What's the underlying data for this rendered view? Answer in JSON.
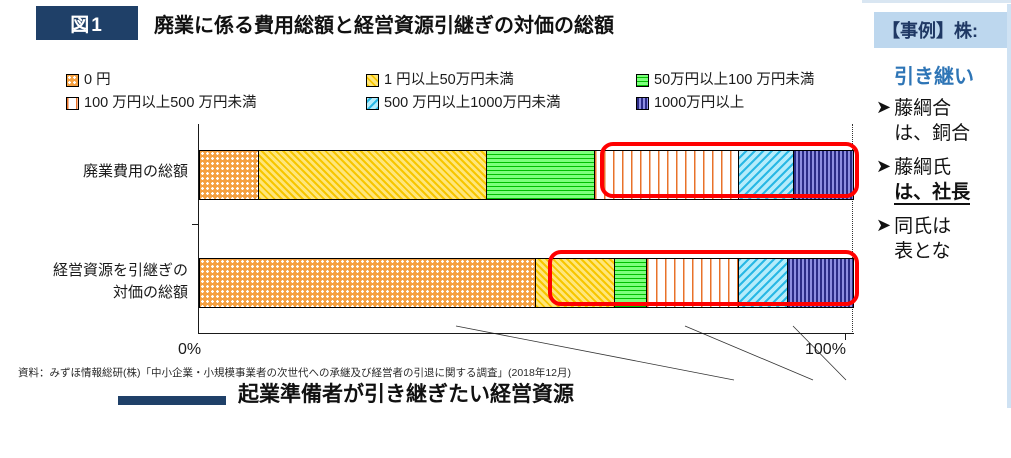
{
  "figure": {
    "badge": "図1",
    "title": "廃業に係る費用総額と経営資源引継ぎの対価の総額",
    "legend": [
      {
        "label": "0 円",
        "pattern": "orange-dot",
        "color": "#f5a040"
      },
      {
        "label": "1 円以上50万円未満",
        "pattern": "yellow-diagonal",
        "color": "#ffd94a"
      },
      {
        "label": "50万円以上100 万円未満",
        "pattern": "green-horizontal",
        "color": "#6cf06c"
      },
      {
        "label": "100 万円以上500 万円未満",
        "pattern": "white-vertical-dash",
        "color": "#ffffff"
      },
      {
        "label": "500 万円以上1000万円未満",
        "pattern": "cyan-diagonal",
        "color": "#8fe0f7"
      },
      {
        "label": "1000万円以上",
        "pattern": "navy-vertical",
        "color": "#3b3b9e"
      }
    ],
    "axis": {
      "min_label": "0%",
      "max_label": "100%"
    },
    "categories": [
      "廃業費用の総額",
      "経営資源を引継ぎの\n対価の総額"
    ],
    "category_lines": [
      [
        "廃業費用の総額"
      ],
      [
        "経営資源を引継ぎの",
        "対価の総額"
      ]
    ],
    "source": "資料：みずほ情報総研(株)「中小企業・小規模事業者の次世代への承継及び経営者の引退に関する調査」(2018年12月)",
    "highlight_color": "#ff0000",
    "badge_color": "#1f4068"
  },
  "chart_data": {
    "type": "bar",
    "orientation": "horizontal",
    "stacked": true,
    "normalized_percent": true,
    "title": "廃業に係る費用総額と経営資源引継ぎの対価の総額",
    "xlabel": "",
    "ylabel": "",
    "xlim": [
      0,
      100
    ],
    "xtick_labels": [
      "0%",
      "100%"
    ],
    "grid": false,
    "legend_position": "top",
    "categories": [
      "廃業費用の総額",
      "経営資源を引継ぎの対価の総額"
    ],
    "series": [
      {
        "name": "0 円",
        "values": [
          9.0,
          51.5
        ]
      },
      {
        "name": "1 円以上50万円未満",
        "values": [
          35.0,
          12.0
        ]
      },
      {
        "name": "50万円以上100 万円未満",
        "values": [
          16.5,
          5.0
        ]
      },
      {
        "name": "100 万円以上500 万円未満",
        "values": [
          22.0,
          14.0
        ]
      },
      {
        "name": "500 万円以上1000万円未満",
        "values": [
          8.5,
          7.5
        ]
      },
      {
        "name": "1000万円以上",
        "values": [
          9.0,
          10.0
        ]
      }
    ],
    "highlighted_segments": {
      "廃業費用の総額": [
        "100 万円以上500 万円未満",
        "500 万円以上1000万円未満",
        "1000万円以上"
      ],
      "経営資源を引継ぎの対価の総額": [
        "100 万円以上500 万円未満",
        "500 万円以上1000万円未満",
        "1000万円以上"
      ]
    }
  },
  "next_slide": {
    "heading": "起業準備者が引き継ぎたい経営資源"
  },
  "right_panel": {
    "header": "【事例】株:",
    "subtitle": "引き継い",
    "items": [
      {
        "lines": [
          "藤綱合",
          "は、銅合"
        ]
      },
      {
        "lines": [
          "藤綱氏",
          "は、社長"
        ]
      },
      {
        "lines": [
          "同氏は",
          "表とな"
        ]
      }
    ]
  }
}
